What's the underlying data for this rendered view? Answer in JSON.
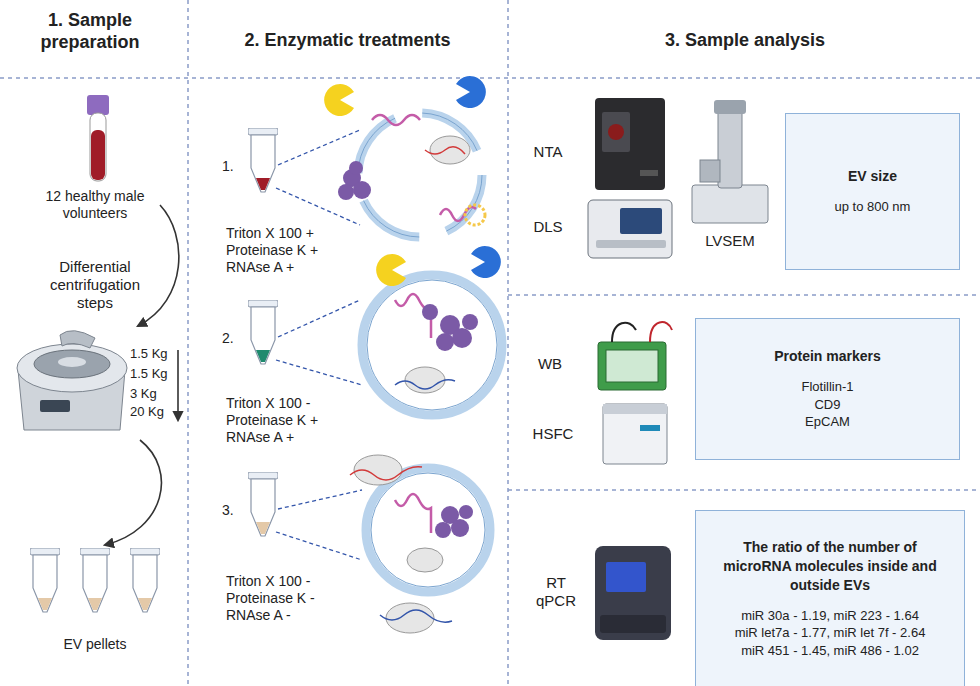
{
  "diagram": {
    "nodes": [
      {
        "text": [
          "EV size",
          "up to 800 nm"
        ]
      },
      {
        "text": [
          "Protein markers",
          "Flotillin-1",
          "CD9",
          "EpCAM"
        ]
      },
      {
        "text": [
          "The ratio of the number of microRNA molecules inside and outside EVs",
          "miR 30a - 1.19,  miR 223 - 1.64",
          "miR let7a - 1.77, miR let 7f - 2.64",
          "miR 451 - 1.45, miR 486 - 1.02"
        ]
      }
    ],
    "labels": [
      "1. Sample preparation",
      "2. Enzymatic treatments",
      "3. Sample analysis",
      "12 healthy male volunteers",
      "Differential centrifugation steps",
      "1.5 Kg",
      "1.5 Kg",
      "3 Kg",
      "20 Kg",
      "EV pellets",
      "1.",
      "Triton X 100 + Proteinase K + RNAse A +",
      "2.",
      "Triton X 100 - Proteinase K + RNAse A +",
      "3.",
      "Triton X 100 - Proteinase K - RNAse A -",
      "NTA",
      "DLS",
      "LVSEM",
      "WB",
      "HSFC",
      "RT qPCR"
    ]
  }
}
